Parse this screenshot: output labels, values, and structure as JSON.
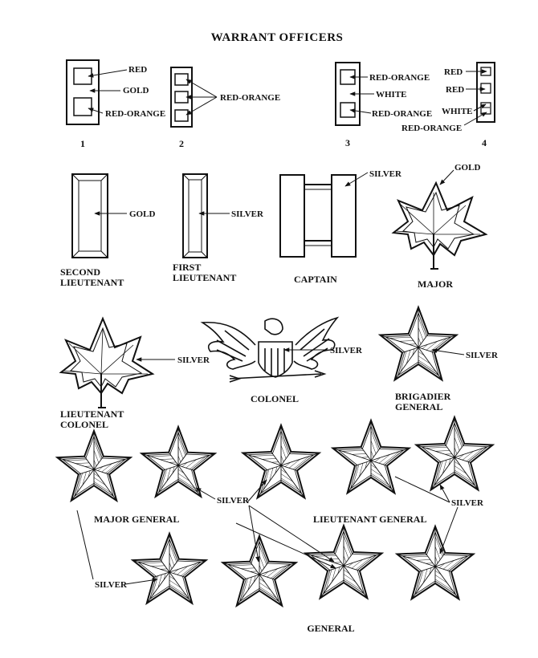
{
  "title": "WARRANT OFFICERS",
  "warrant": {
    "numbers": [
      "1",
      "2",
      "3",
      "4"
    ],
    "labels": {
      "w1_red": "RED",
      "w1_gold": "GOLD",
      "w1_red_orange": "RED-ORANGE",
      "w2_red_orange": "RED-ORANGE",
      "w3_red_orange_top": "RED-ORANGE",
      "w3_white": "WHITE",
      "w3_red_orange_bottom": "RED-ORANGE",
      "w4_red_top": "RED",
      "w4_red_mid": "RED",
      "w4_white": "WHITE",
      "w4_red_orange": "RED-ORANGE"
    }
  },
  "ranks": {
    "second_lt": {
      "name_line1": "SECOND",
      "name_line2": "LIEUTENANT",
      "color": "GOLD"
    },
    "first_lt": {
      "name_line1": "FIRST",
      "name_line2": "LIEUTENANT",
      "color": "SILVER"
    },
    "captain": {
      "name": "CAPTAIN",
      "color": "SILVER"
    },
    "major": {
      "name": "MAJOR",
      "color": "GOLD"
    },
    "lt_colonel": {
      "name_line1": "LIEUTENANT",
      "name_line2": "COLONEL",
      "color": "SILVER"
    },
    "colonel": {
      "name": "COLONEL",
      "color": "SILVER"
    },
    "brig_general": {
      "name_line1": "BRIGADIER",
      "name_line2": "GENERAL",
      "color": "SILVER"
    },
    "major_general": {
      "name": "MAJOR GENERAL",
      "color": "SILVER"
    },
    "lt_general": {
      "name": "LIEUTENANT GENERAL",
      "color": "SILVER"
    },
    "general": {
      "name": "GENERAL",
      "color": "SILVER"
    }
  }
}
